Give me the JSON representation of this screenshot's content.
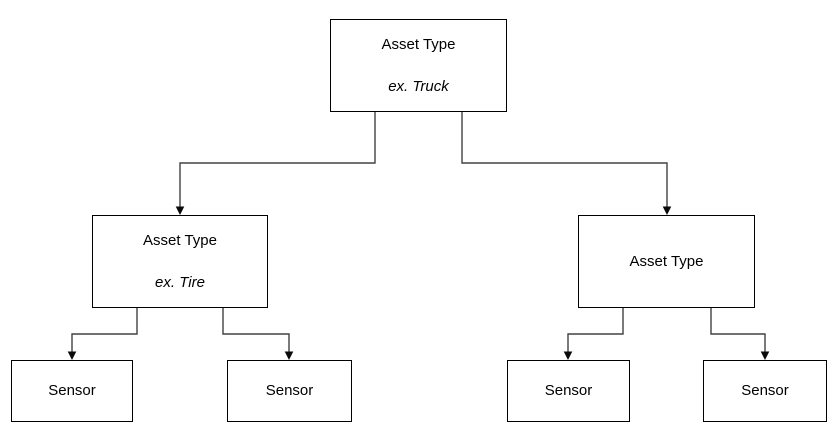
{
  "diagram": {
    "type": "tree",
    "colors": {
      "box_fill": "#ffffff",
      "box_border": "#000000",
      "connector": "#424242",
      "arrowhead": "#0a0a0a",
      "text": "#000000",
      "background": "#ffffff"
    },
    "nodes": [
      {
        "id": "asset-type-root",
        "label": "Asset Type",
        "sublabel": "ex. Truck"
      },
      {
        "id": "asset-type-left",
        "label": "Asset Type",
        "sublabel": "ex. Tire"
      },
      {
        "id": "asset-type-right",
        "label": "Asset Type"
      },
      {
        "id": "sensor-1",
        "label": "Sensor"
      },
      {
        "id": "sensor-2",
        "label": "Sensor"
      },
      {
        "id": "sensor-3",
        "label": "Sensor"
      },
      {
        "id": "sensor-4",
        "label": "Sensor"
      }
    ],
    "edges": [
      {
        "from": "asset-type-root",
        "to": "asset-type-left",
        "arrow": "filled-triangle"
      },
      {
        "from": "asset-type-root",
        "to": "asset-type-right",
        "arrow": "filled-triangle"
      },
      {
        "from": "asset-type-left",
        "to": "sensor-1",
        "arrow": "filled-triangle"
      },
      {
        "from": "asset-type-left",
        "to": "sensor-2",
        "arrow": "filled-triangle"
      },
      {
        "from": "asset-type-right",
        "to": "sensor-3",
        "arrow": "filled-triangle"
      },
      {
        "from": "asset-type-right",
        "to": "sensor-4",
        "arrow": "filled-triangle"
      }
    ]
  }
}
